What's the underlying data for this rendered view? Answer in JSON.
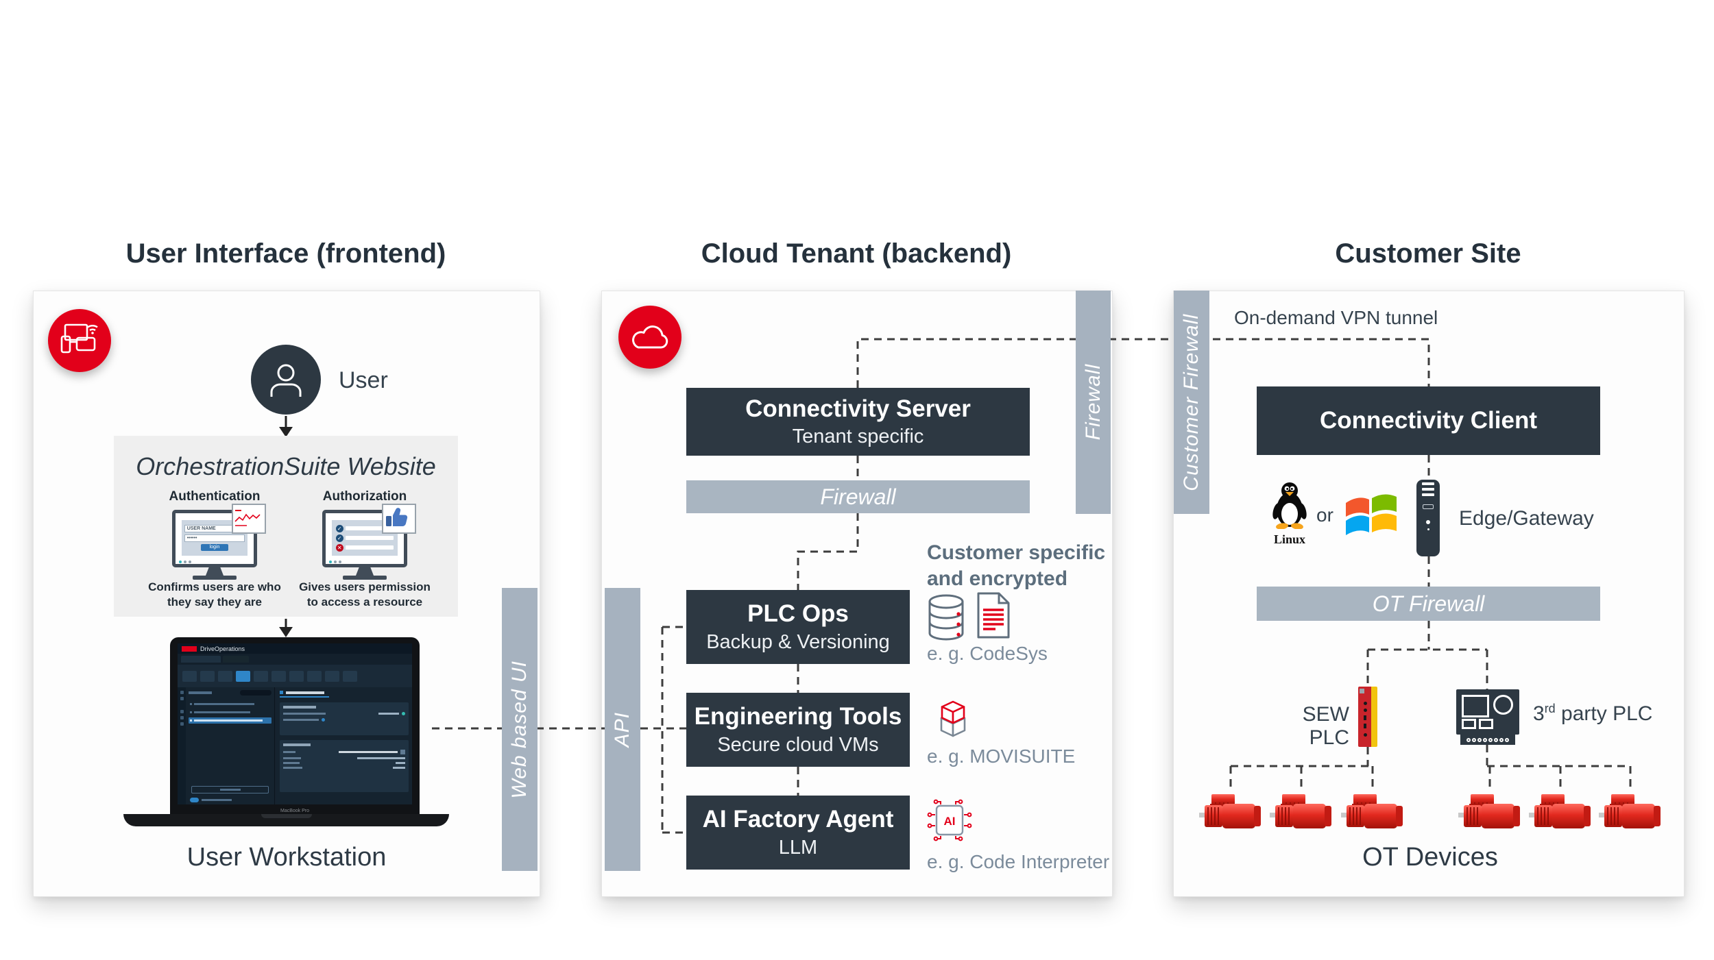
{
  "header": {
    "left": "User Interface (frontend)",
    "middle": "Cloud Tenant (backend)",
    "right": "Customer Site"
  },
  "left_panel": {
    "user_label": "User",
    "website_title": "OrchestrationSuite Website",
    "auth": {
      "label": "Authentication",
      "username": "USER NAME",
      "password": "••••••",
      "login": "login",
      "caption1": "Confirms users are who",
      "caption2": "they say they are"
    },
    "authz": {
      "label": "Authorization",
      "caption1": "Gives users permission",
      "caption2": "to access a resource"
    },
    "laptop": {
      "app_title": "DriveOperations",
      "brand": "MacBook Pro"
    },
    "workstation_label": "User Workstation",
    "web_ui_bar": "Web based UI"
  },
  "cloud_panel": {
    "connectivity_server": {
      "title": "Connectivity Server",
      "subtitle": "Tenant specific"
    },
    "firewall_bar": "Firewall",
    "firewall_side_bar": "Firewall",
    "api_bar": "API",
    "note_line1": "Customer specific",
    "note_line2": "and encrypted",
    "ai_chip_label": "AI",
    "services": [
      {
        "title": "PLC Ops",
        "subtitle": "Backup & Versioning",
        "example": "e. g. CodeSys"
      },
      {
        "title": "Engineering Tools",
        "subtitle": "Secure cloud VMs",
        "example": "e. g. MOVISUITE"
      },
      {
        "title": "AI Factory Agent",
        "subtitle": "LLM",
        "example": "e. g. Code Interpreter"
      }
    ]
  },
  "customer_panel": {
    "firewall_side_bar": "Customer Firewall",
    "vpn_label": "On-demand VPN tunnel",
    "connectivity_client": "Connectivity Client",
    "linux_label": "Linux",
    "or_label": "or",
    "edge_gateway_label": "Edge/Gateway",
    "ot_firewall_bar": "OT Firewall",
    "sew_plc_label": "SEW PLC",
    "third_party_plc": {
      "num": "3",
      "sup": "rd",
      "rest": " party PLC"
    },
    "ot_devices_label": "OT Devices"
  },
  "colors": {
    "sew_red": "#e2001a",
    "dark_slate": "#2d3842",
    "bar_gray": "#a6b2bf",
    "text_dark": "#2e3a45"
  }
}
